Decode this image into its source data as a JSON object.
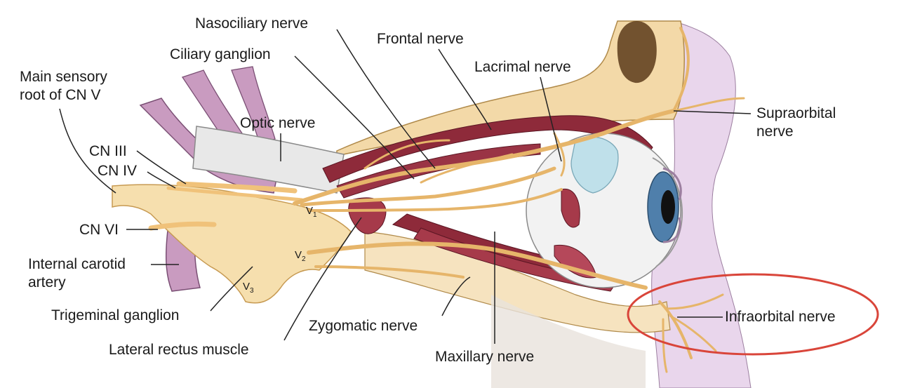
{
  "labels": {
    "nasociliary": "Nasociliary nerve",
    "frontal": "Frontal nerve",
    "ciliary_ganglion": "Ciliary ganglion",
    "lacrimal": "Lacrimal nerve",
    "main_sensory_1": "Main sensory",
    "main_sensory_2": "root of CN V",
    "optic": "Optic nerve",
    "supraorbital_1": "Supraorbital",
    "supraorbital_2": "nerve",
    "cn3": "CN III",
    "cn4": "CN IV",
    "cn6": "CN VI",
    "internal_carotid_1": "Internal carotid",
    "internal_carotid_2": "artery",
    "trigeminal": "Trigeminal ganglion",
    "zygomatic": "Zygomatic nerve",
    "lateral_rectus": "Lateral rectus muscle",
    "maxillary": "Maxillary nerve",
    "infraorbital": "Infraorbital nerve",
    "v1": "V",
    "v1_sub": "1",
    "v2": "V",
    "v2_sub": "2",
    "v3": "V",
    "v3_sub": "3"
  },
  "colors": {
    "nerve": "#f0c27a",
    "bone": "#f3d9a8",
    "muscle": "#8e2a3a",
    "artery": "#c99bc0",
    "skin": "#e8d3ea",
    "highlight": "#d9453a"
  }
}
